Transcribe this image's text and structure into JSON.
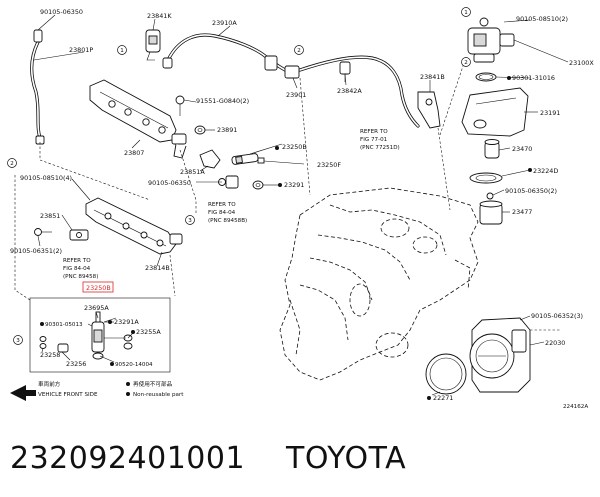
{
  "diagram": {
    "figure_id": "224162A",
    "labels": {
      "p_90105_06350_tl": "90105-06350",
      "p_23841k": "23841K",
      "p_23910a": "23910A",
      "p_23801p": "23801P",
      "p_91551": "91551-G0840(2)",
      "p_23901": "23901",
      "p_23842a": "23842A",
      "p_23841b": "23841B",
      "p_23891": "23891",
      "p_23807": "23807",
      "p_23250b": "23250B",
      "p_23250f": "23250F",
      "p_23851a": "23851A",
      "p_90105_06350_m": "90105-06350",
      "p_23291": "23291",
      "p_90105_08510_4": "90105-08510(4)",
      "p_23851": "23851",
      "p_90105_06351": "90105-06351(2)",
      "p_23814b": "23814B",
      "p_23250b_hl": "23250B",
      "p_23695a": "23695A",
      "p_90301_05013": "90301-05013",
      "p_23291a": "23291A",
      "p_23255a": "23255A",
      "p_23258": "23258",
      "p_23256": "23256",
      "p_90520": "90520-14004",
      "p_90105_08510_2": "90105-08510(2)",
      "p_23100x": "23100X",
      "p_90301_31016": "90301-31016",
      "p_23191": "23191",
      "p_23470": "23470",
      "p_23224d": "23224D",
      "p_90105_06350_2": "90105-06350(2)",
      "p_23477": "23477",
      "p_90105_06352": "90105-06352(3)",
      "p_22030": "22030",
      "p_22271": "22271"
    },
    "refs": {
      "ref1_line1": "REFER TO",
      "ref1_line2": "FIG 77-01",
      "ref1_line3": "(PNC 77251D)",
      "ref2_line1": "REFER TO",
      "ref2_line2": "FIG 84-04",
      "ref2_line3": "(PNC 89458B)",
      "ref3_line1": "REFER TO",
      "ref3_line2": "FIG 84-04",
      "ref3_line3": "(PNC 89458)"
    },
    "callout_numbers": {
      "one": "1",
      "two": "2",
      "three": "3"
    },
    "legend": {
      "front_jp": "車両前方",
      "front_en": "VEHICLE FRONT SIDE",
      "nonreuse_jp": "再使用不可部品",
      "nonreuse_en": "Non-reusable part"
    }
  },
  "caption": {
    "part_number": "232092401001",
    "brand": "TOYOTA"
  }
}
